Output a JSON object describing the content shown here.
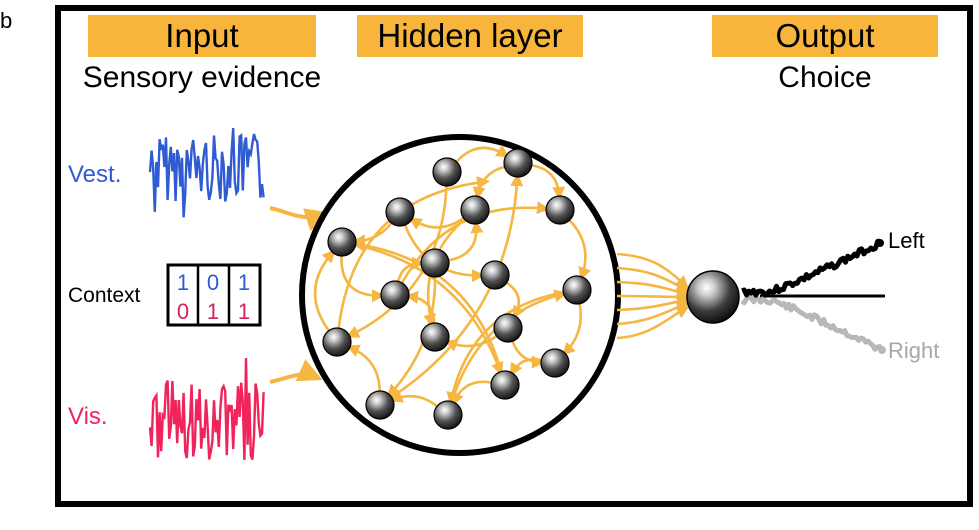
{
  "panel_letter": "b",
  "headers": {
    "input": "Input",
    "hidden": "Hidden layer",
    "output": "Output"
  },
  "subheaders": {
    "input": "Sensory evidence",
    "output": "Choice"
  },
  "inputs": {
    "vestibular_label": "Vest.",
    "visual_label": "Vis.",
    "context_label": "Context",
    "context_top_row": [
      "1",
      "0",
      "1"
    ],
    "context_bottom_row": [
      "0",
      "1",
      "1"
    ]
  },
  "outputs": {
    "left_label": "Left",
    "right_label": "Right"
  },
  "colors": {
    "header_fill": "#f7b53b",
    "arrow": "#f5b642",
    "vestibular": "#2f5bd3",
    "visual": "#f0245a",
    "context_top": "#2f5bd3",
    "context_bottom": "#d0245a",
    "left_trace": "#000000",
    "right_trace": "#b8b8b8",
    "right_label": "#a8a8a8"
  }
}
